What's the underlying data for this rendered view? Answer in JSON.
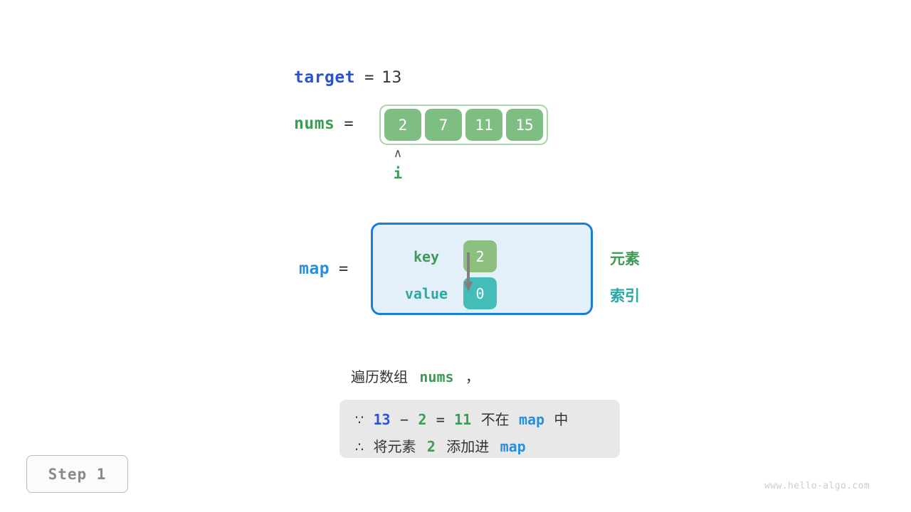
{
  "target": {
    "name": "target",
    "equals": "=",
    "value": "13"
  },
  "nums": {
    "name": "nums",
    "equals": "=",
    "values": [
      "2",
      "7",
      "11",
      "15"
    ]
  },
  "pointer": {
    "caret": "∧",
    "label": "i",
    "index": 0
  },
  "map": {
    "name": "map",
    "equals": "=",
    "key_label": "key",
    "value_label": "value",
    "entries": [
      {
        "key": "2",
        "value": "0"
      }
    ],
    "side_labels": {
      "element": "元素",
      "index": "索引"
    }
  },
  "description": {
    "prefix": "遍历数组",
    "keyword": "nums",
    "suffix": "，"
  },
  "reasoning": {
    "line1": {
      "symbol": "∵",
      "a": "13",
      "minus": "−",
      "b": "2",
      "eq": "=",
      "result": "11",
      "mid": "不在",
      "map": "map",
      "tail": "中"
    },
    "line2": {
      "symbol": "∴",
      "head": "将元素",
      "element": "2",
      "mid": "添加进",
      "map": "map"
    }
  },
  "step": {
    "label": "Step 1"
  },
  "watermark": {
    "text": "www.hello-algo.com"
  },
  "colors": {
    "target_blue": "#2b52d4",
    "map_blue": "#2b8fd8",
    "nums_green": "#3c9b55",
    "cell_green": "#7ebe83",
    "key_green": "#8dbf7e",
    "value_teal": "#44bdb8",
    "teal_text": "#2ba8a4",
    "map_box_fill": "#e3f0fa",
    "map_box_border": "#1a7fd4",
    "array_border": "#a8d5ab",
    "reason_bg": "#e8e8e8",
    "arrow_gray": "#808080"
  }
}
